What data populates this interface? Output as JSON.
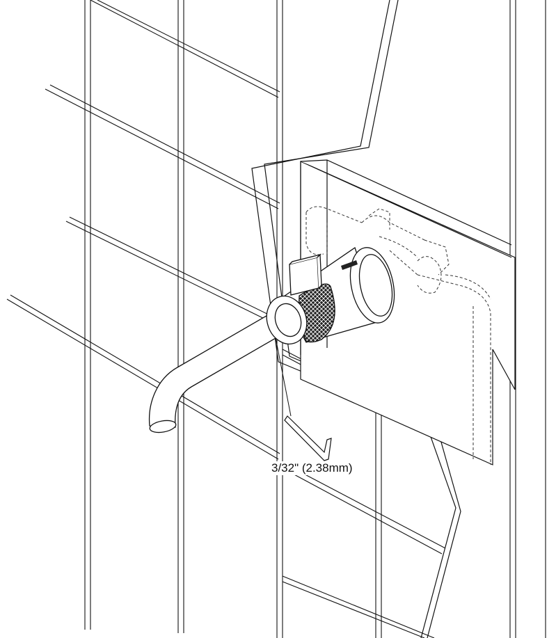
{
  "callouts": {
    "hex_key_size": "3/32\" (2.38mm)"
  },
  "colors": {
    "line": "#111111",
    "background": "#ffffff",
    "hidden_line": "#333333"
  },
  "icons": {
    "faucet": "wall-mount-faucet-illustration",
    "hex_key": "allen-wrench-icon",
    "valve": "rough-in-valve-hidden"
  }
}
